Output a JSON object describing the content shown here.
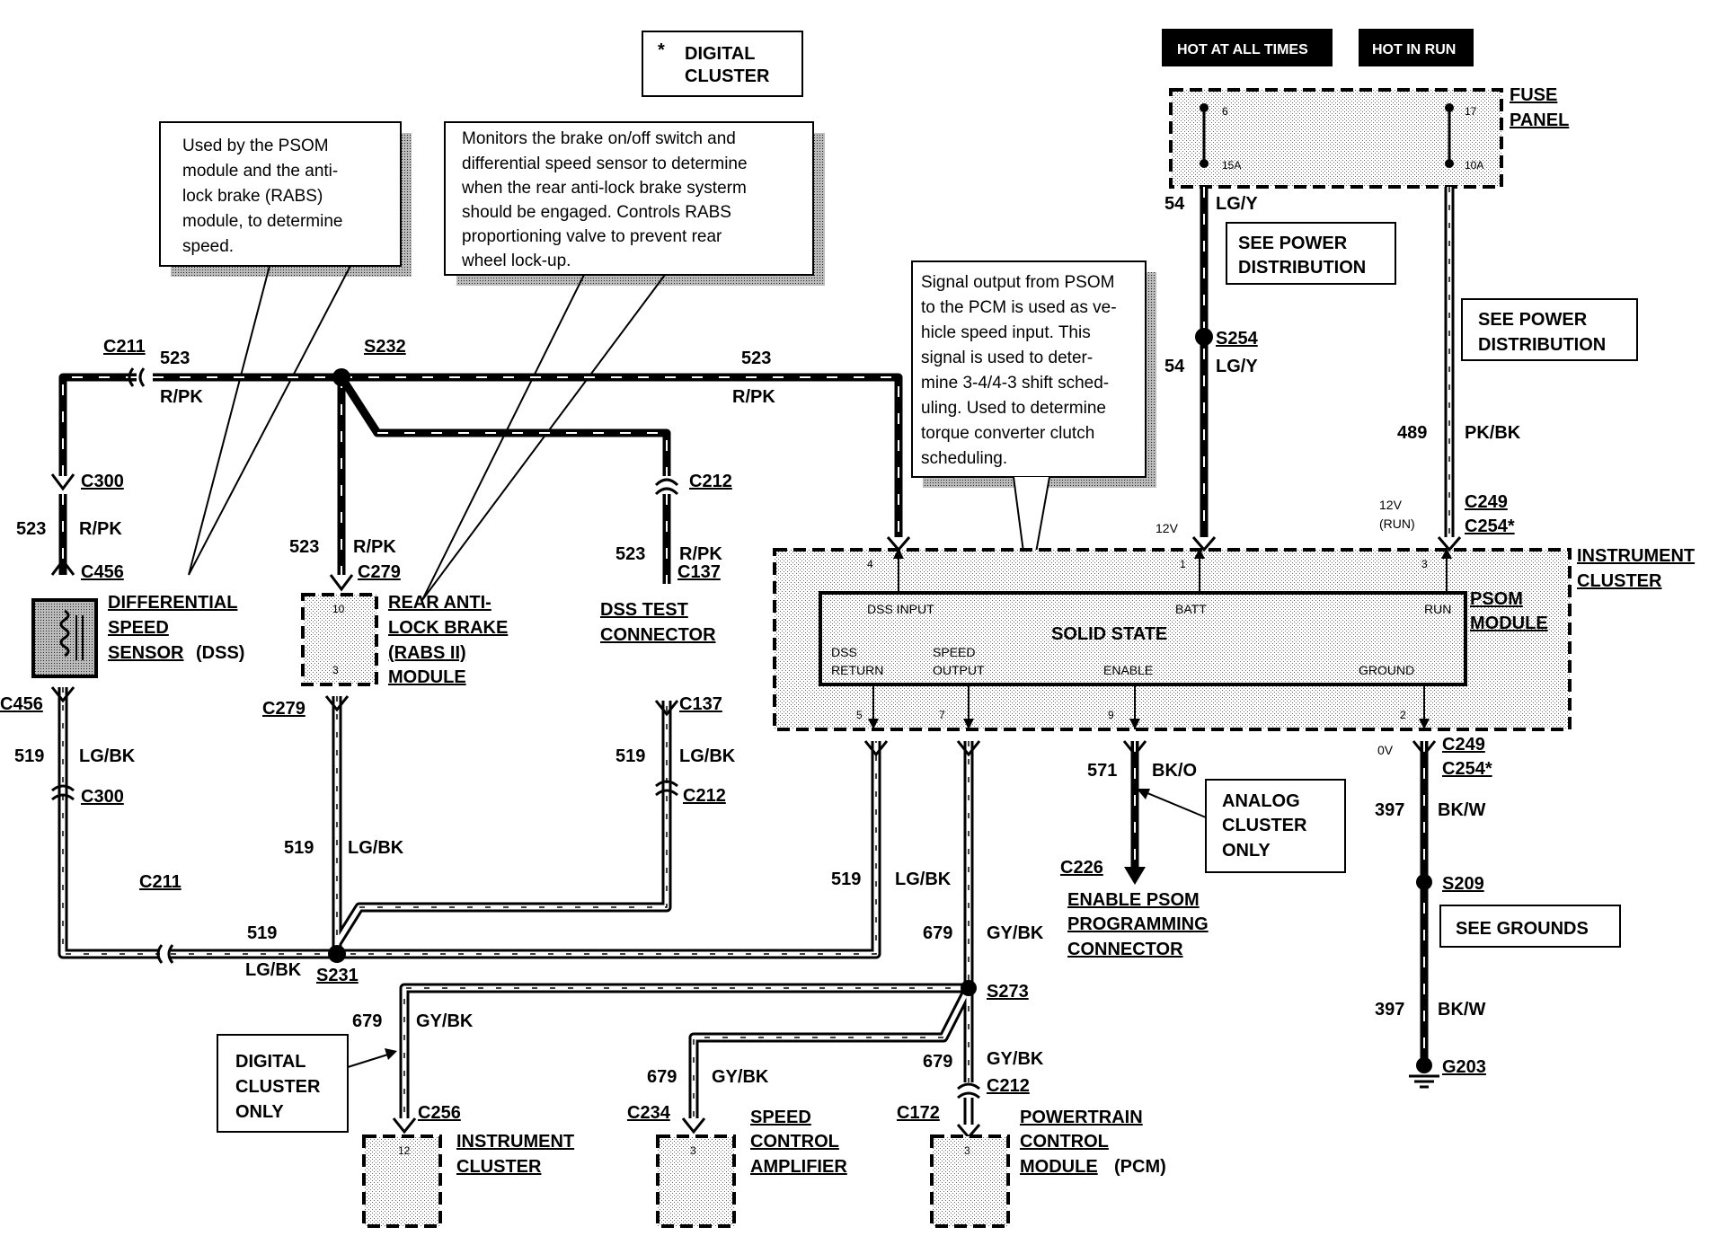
{
  "headers": {
    "hot_at_all_times": "HOT AT ALL TIMES",
    "hot_in_run": "HOT IN RUN"
  },
  "legend": {
    "star": "*",
    "line1": "DIGITAL",
    "line2": "CLUSTER"
  },
  "fuse_panel": {
    "label1": "FUSE",
    "label2": "PANEL",
    "fuse_a_num": "6",
    "fuse_a_amp": "15A",
    "fuse_b_num": "17",
    "fuse_b_amp": "10A"
  },
  "notes": {
    "dss_note": [
      "Used by the PSOM",
      "module and the anti-",
      "lock brake (RABS)",
      "module, to determine",
      "speed."
    ],
    "rabs_note": [
      "Monitors the brake on/off switch and",
      "differential speed sensor to determine",
      "when the rear anti-lock brake systerm",
      "should be engaged.  Controls RABS",
      "proportioning valve to prevent rear",
      "wheel lock-up."
    ],
    "psom_note": [
      "Signal output from PSOM",
      "to the PCM is used as ve-",
      "hicle speed input. This",
      "signal is used to deter-",
      "mine 3-4/4-3 shift sched-",
      "uling.  Used to determine",
      "torque converter clutch",
      "scheduling."
    ],
    "see_power_1": [
      "SEE POWER",
      "DISTRIBUTION"
    ],
    "see_power_2": [
      "SEE POWER",
      "DISTRIBUTION"
    ],
    "see_grounds": "SEE GROUNDS",
    "analog_only": [
      "ANALOG",
      "CLUSTER",
      "ONLY"
    ],
    "digital_only": [
      "DIGITAL",
      "CLUSTER",
      "ONLY"
    ]
  },
  "connectors": {
    "c211": "C211",
    "c211b": "C211",
    "c300": "C300",
    "c300b": "C300",
    "c456": "C456",
    "c456b": "C456",
    "c279": "C279",
    "c279b": "C279",
    "c212": "C212",
    "c212b": "C212",
    "c212c": "C212",
    "c137": "C137",
    "c137b": "C137",
    "c249": "C249",
    "c254": "C254*",
    "c249b": "C249",
    "c254b": "C254*",
    "c226": "C226",
    "c256": "C256",
    "c234": "C234",
    "c172": "C172"
  },
  "splices": {
    "s232": "S232",
    "s231": "S231",
    "s254": "S254",
    "s273": "S273",
    "s209": "S209",
    "g203": "G203"
  },
  "circuits": {
    "c523": "523",
    "rpk": "R/PK",
    "c519": "519",
    "lgbk": "LG/BK",
    "c54": "54",
    "lgy": "LG/Y",
    "c489": "489",
    "pkbk": "PK/BK",
    "c571": "571",
    "bko": "BK/O",
    "c397": "397",
    "bkw": "BK/W",
    "c679": "679",
    "gybk": "GY/BK"
  },
  "components": {
    "dss": [
      "DIFFERENTIAL",
      "SPEED",
      "SENSOR"
    ],
    "dss_abbr": "(DSS)",
    "rabs": [
      "REAR ANTI-",
      "LOCK BRAKE",
      "(RABS II)",
      "MODULE"
    ],
    "rabs_pin_top": "10",
    "rabs_pin_bot": "3",
    "dss_test": [
      "DSS TEST",
      "CONNECTOR"
    ],
    "instrument_cluster": [
      "INSTRUMENT",
      "CLUSTER"
    ],
    "psom": [
      "PSOM",
      "MODULE"
    ],
    "solid_state": "SOLID STATE",
    "enable_psom": [
      "ENABLE PSOM",
      "PROGRAMMING",
      "CONNECTOR"
    ],
    "instrument_cluster_bottom": [
      "INSTRUMENT",
      "CLUSTER"
    ],
    "speed_control": [
      "SPEED",
      "CONTROL",
      "AMPLIFIER"
    ],
    "pcm": [
      "POWERTRAIN",
      "CONTROL",
      "MODULE"
    ],
    "pcm_abbr": "(PCM)",
    "ic_pin": "12",
    "sc_pin": "3",
    "pcm_pin": "3"
  },
  "psom_pins": {
    "dss_input": "DSS INPUT",
    "batt": "BATT",
    "run": "RUN",
    "dss_return_1": "DSS",
    "dss_return_2": "RETURN",
    "speed_output_1": "SPEED",
    "speed_output_2": "OUTPUT",
    "enable": "ENABLE",
    "ground": "GROUND",
    "pin4": "4",
    "pin1": "1",
    "pin3": "3",
    "pin5": "5",
    "pin7": "7",
    "pin9": "9",
    "pin2": "2",
    "v12": "12V",
    "v12run_1": "12V",
    "v12run_2": "(RUN)",
    "v0": "0V"
  }
}
